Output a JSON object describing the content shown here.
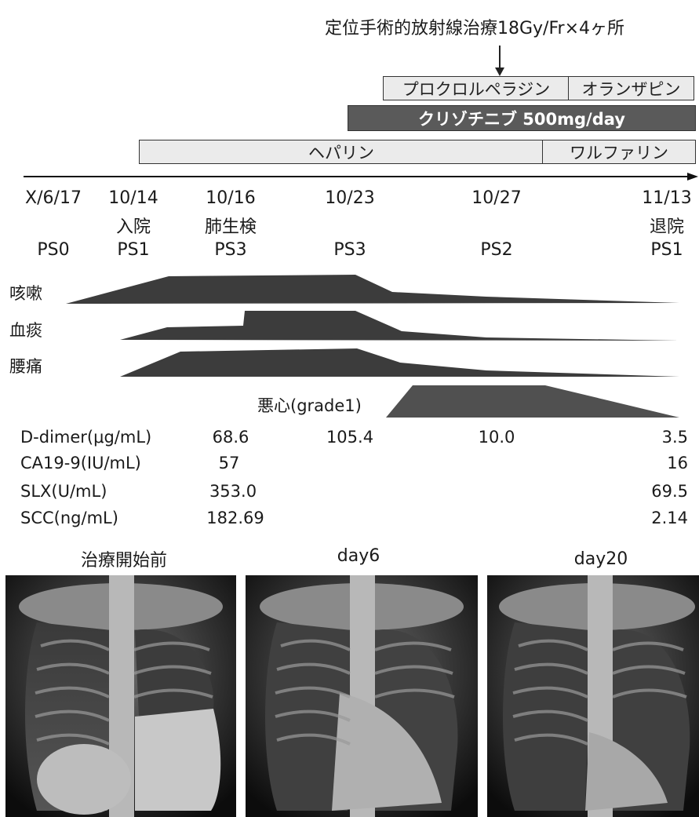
{
  "radiotherapy_note": "定位手術的放射線治療18Gy/Fr×4ヶ所",
  "bars": {
    "prochlorperazine": "プロクロルペラジン",
    "olanzapine": "オランザピン",
    "crizotinib": "クリゾチニブ 500mg/day",
    "heparin": "ヘパリン",
    "warfarin": "ワルファリン"
  },
  "timeline": [
    {
      "date": "X/6/17",
      "event": "",
      "ps": "PS0"
    },
    {
      "date": "10/14",
      "event": "入院",
      "ps": "PS1"
    },
    {
      "date": "10/16",
      "event": "肺生検",
      "ps": "PS3"
    },
    {
      "date": "10/23",
      "event": "",
      "ps": "PS3"
    },
    {
      "date": "10/27",
      "event": "",
      "ps": "PS2"
    },
    {
      "date": "11/13",
      "event": "退院",
      "ps": "PS1"
    }
  ],
  "symptoms": {
    "cough": "咳嗽",
    "bloody_sputum": "血痰",
    "back_pain": "腰痛",
    "nausea": "悪心(grade1)"
  },
  "labs": [
    {
      "name": "D-dimer(μg/mL)",
      "v1": "68.6",
      "v2": "105.4",
      "v3": "10.0",
      "v4": "3.5"
    },
    {
      "name": "CA19-9(IU/mL)",
      "v1": "57",
      "v2": "",
      "v3": "",
      "v4": "16"
    },
    {
      "name": "SLX(U/mL)",
      "v1": "353.0",
      "v2": "",
      "v3": "",
      "v4": "69.5"
    },
    {
      "name": "SCC(ng/mL)",
      "v1": "182.69",
      "v2": "",
      "v3": "",
      "v4": "2.14"
    }
  ],
  "xray_labels": [
    "治療開始前",
    "day6",
    "day20"
  ],
  "colors": {
    "dark_bar": "#5a5a5a",
    "light_bar": "#ebebeb",
    "symptom_fill": "#3c3c3c"
  }
}
